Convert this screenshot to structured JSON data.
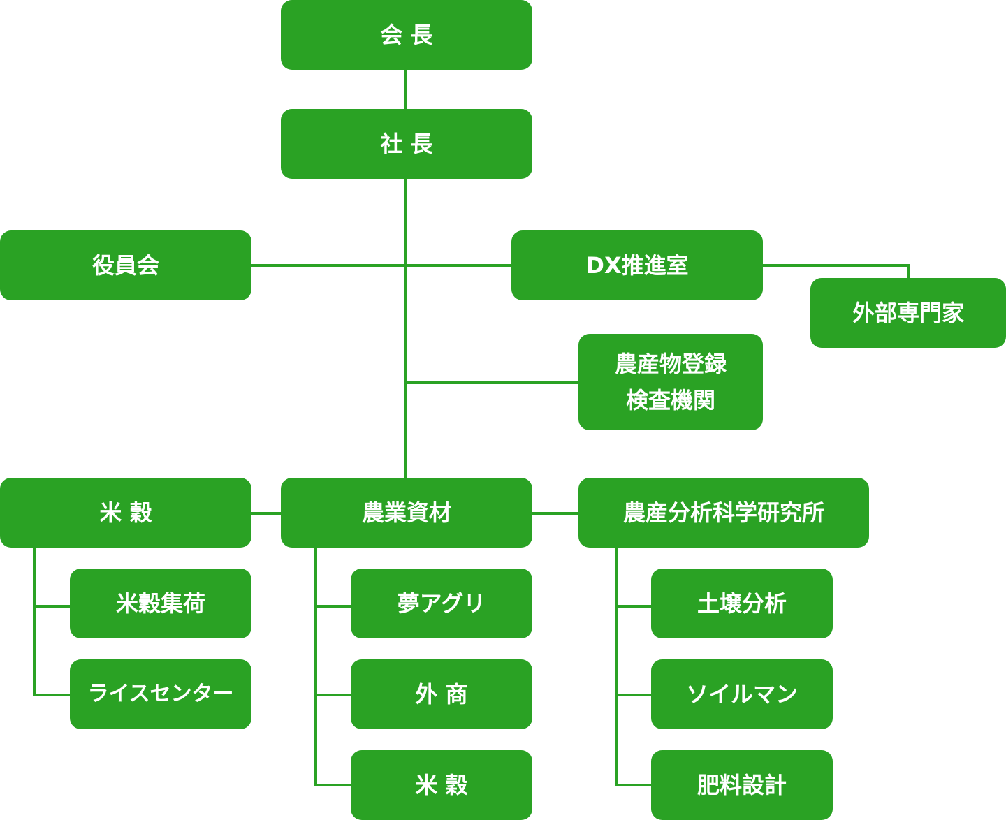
{
  "chairman": "会 長",
  "president": "社 長",
  "board": "役員会",
  "dx_office": "DX推進室",
  "external_experts": "外部専門家",
  "inspection_line1": "農産物登録",
  "inspection_line2": "検査機関",
  "divisions": {
    "rice": {
      "title": "米 穀",
      "units": [
        "米穀集荷",
        "ライスセンター"
      ]
    },
    "materials": {
      "title": "農業資材",
      "units": [
        "夢アグリ",
        "外 商",
        "米 穀"
      ]
    },
    "lab": {
      "title": "農産分析科学研究所",
      "units": [
        "土壌分析",
        "ソイルマン",
        "肥料設計"
      ]
    }
  },
  "colors": {
    "box": "#2aa224",
    "line": "#2aa224",
    "text": "#ffffff"
  }
}
